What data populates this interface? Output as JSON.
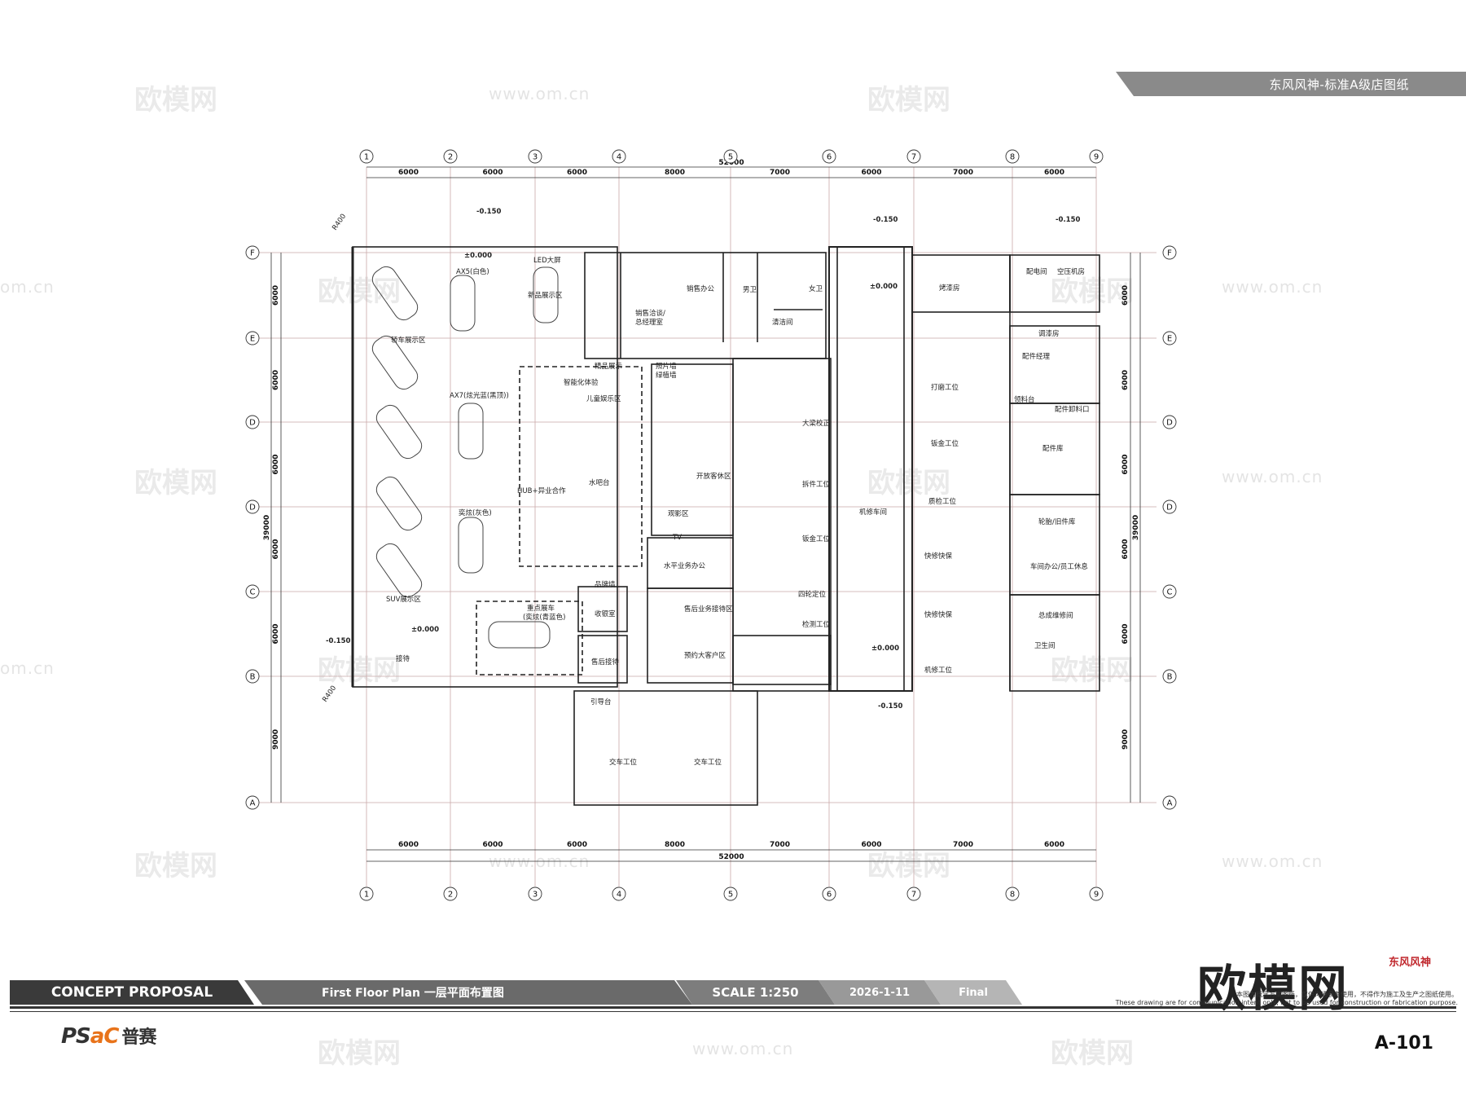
{
  "header": {
    "banner_title": "东风风神-标准A级店图纸"
  },
  "watermarks": {
    "brand": "欧模网",
    "url": "www.om.cn",
    "url_short": "om.cn"
  },
  "grid": {
    "columns": [
      "1",
      "2",
      "3",
      "4",
      "5",
      "6",
      "7",
      "8",
      "9"
    ],
    "rows": [
      "F",
      "E",
      "D",
      "D",
      "C",
      "B",
      "A"
    ],
    "col_spacing_labels": [
      "6000",
      "6000",
      "6000",
      "8000",
      "7000",
      "6000",
      "7000",
      "6000"
    ],
    "row_spacing_labels": [
      "6000",
      "6000",
      "6000",
      "6000",
      "6000",
      "9000"
    ],
    "total_width": "52000",
    "total_depth": "39000"
  },
  "levels": {
    "zero": "±0.000",
    "minus": "-0.150",
    "radius": "R400"
  },
  "rooms": {
    "led": "LED大屏",
    "axs": "AX5(白色)",
    "new_car": "新品展示区",
    "car_show": "轿车展示区",
    "ax7": "AX7(炫光蓝(黑顶))",
    "featured": "精品展示",
    "smart_exp": "智能化体验",
    "kids": "儿童娱乐区",
    "bar": "水吧台",
    "hub": "HUB+异业合作",
    "yixuan": "奕炫(灰色)",
    "suv": "SUV展示区",
    "key_car": "重点展车",
    "key_car_sub": "(奕炫(青蓝色)",
    "reception": "接待",
    "brand_wall": "品牌墙",
    "cashier": "收银室",
    "after_sales": "售后接待",
    "sales_office": "销售办公",
    "sales_nego": "销售洽谈/\n总经理室",
    "men_wc": "男卫",
    "women_wc": "女卫",
    "cleaning": "清洁间",
    "photo_wall": "照片墙\n绿植墙",
    "lounge": "开放客休区",
    "viewing": "观影区",
    "tv": "TV",
    "water_office": "水平业务办公",
    "service_recept": "售后业务接待区",
    "booking": "预约大客户区",
    "guide": "引导台",
    "delivery1": "交车工位",
    "delivery2": "交车工位",
    "alignment": "大梁校正",
    "dismantle": "拆件工位",
    "sheet_metal": "钣金工位",
    "four_wheel": "四轮定位",
    "inspection": "检测工位",
    "workshop": "机修车间",
    "paint_booth": "烤漆房",
    "polish": "打磨工位",
    "sheet_metal2": "钣金工位",
    "qc": "质检工位",
    "quick1": "快修快保",
    "quick2": "快修快保",
    "mech": "机修工位",
    "distribution": "配电间",
    "air": "空压机房",
    "mixing": "调漆房",
    "parts_mgr": "配件经理",
    "parts_out": "领料台",
    "parts_in": "配件卸料口",
    "parts_store": "配件库",
    "tire_store": "轮胎/旧件库",
    "shop_office": "车间办公/员工休息",
    "assembly": "总成维修间",
    "wc2": "卫生间"
  },
  "title_block": {
    "proposal": "CONCEPT PROPOSAL",
    "plan_name": "First Floor Plan 一层平面布置图",
    "scale": "SCALE 1:250",
    "date": "2026-1-11",
    "status": "Final",
    "company_latin_1": "PS",
    "company_latin_2": "aC",
    "company_cn": "普赛",
    "sheet_no": "A-101",
    "brand_red": "东风风神",
    "brandmark": "欧模网",
    "note_cn": "本图为概念方案图纸，仅供沟通参考使用，不得作为施工及生产之图纸使用。",
    "note_en": "These drawing are for communication intent only, not to be used for construction or fabrication purpose."
  },
  "colors": {
    "line": "#222222",
    "grid": "#c9a9a9",
    "watermark": "#d9d9d9",
    "accent": "#e8731a"
  }
}
